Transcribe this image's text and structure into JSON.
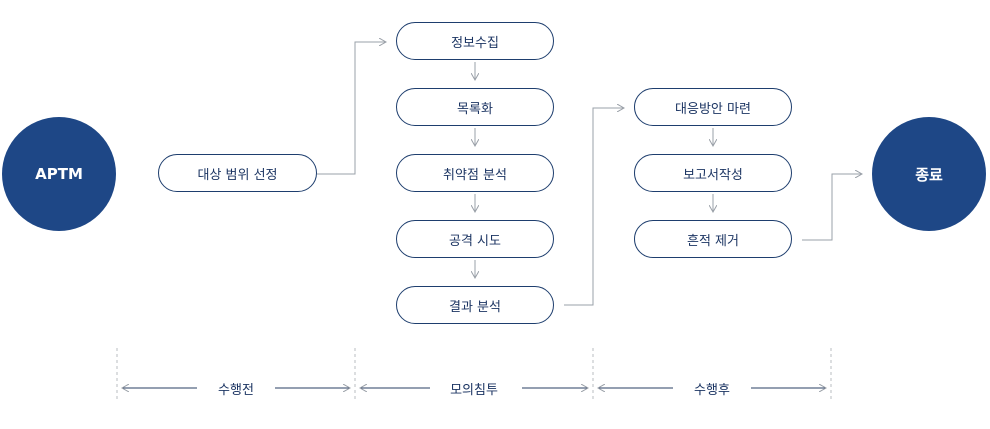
{
  "start_node": "APTM",
  "end_node": "종료",
  "scope_step": "대상 범위 선정",
  "attack_steps": [
    "정보수집",
    "목록화",
    "취약점 분석",
    "공격 시도",
    "결과 분석"
  ],
  "response_steps": [
    "대응방안 마련",
    "보고서작성",
    "흔적 제거"
  ],
  "phases": [
    "수행전",
    "모의침투",
    "수행후"
  ],
  "colors": {
    "node_fill": "#1e4786",
    "pill_border": "#1e3e6e",
    "text": "#1c3563",
    "connector": "#9aa0a8"
  }
}
